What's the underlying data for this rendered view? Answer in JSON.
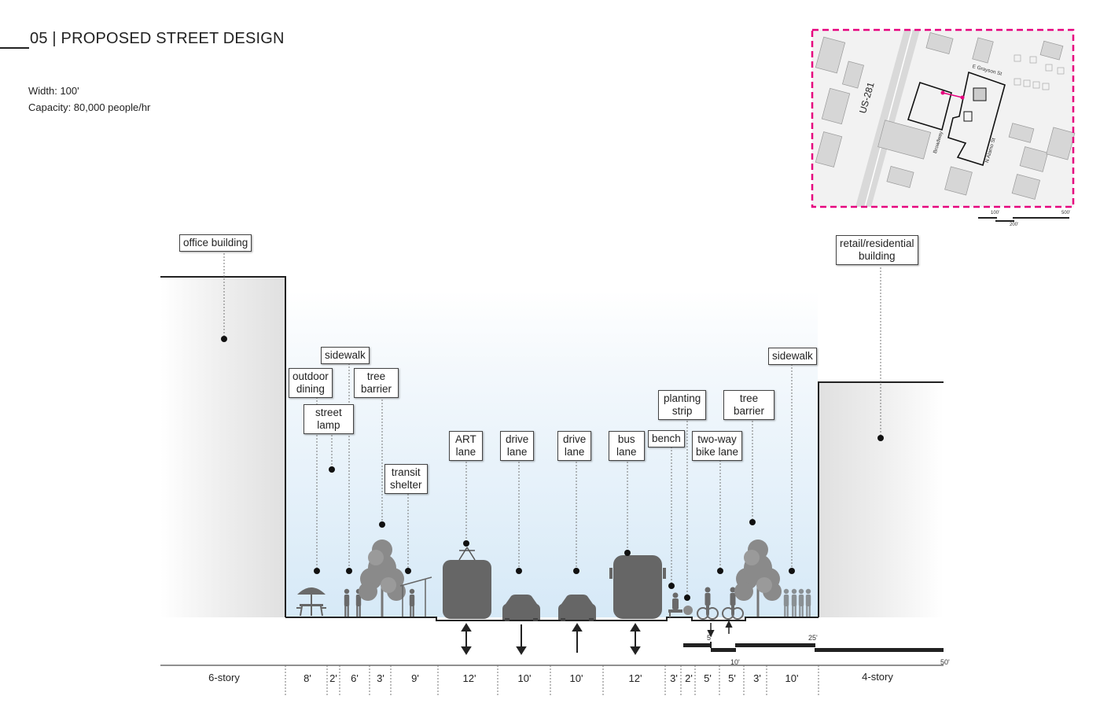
{
  "header": {
    "title": "05  |  PROPOSED STREET DESIGN",
    "width": "Width: 100'",
    "capacity": "Capacity: 80,000 people/hr"
  },
  "map": {
    "highway_label": "US-281",
    "street_labels": [
      "E Grayson St",
      "Broadway",
      "N Alamo St"
    ],
    "scale_labels": [
      "100'",
      "200'",
      "500'"
    ],
    "border_color": "#e6007e"
  },
  "labels": {
    "office_building": "office building",
    "retail_residential_1": "retail/residential",
    "retail_residential_2": "building",
    "sidewalk_left": "sidewalk",
    "outdoor_dining_1": "outdoor",
    "outdoor_dining_2": "dining",
    "tree_barrier_left_1": "tree",
    "tree_barrier_left_2": "barrier",
    "street_lamp_1": "street",
    "street_lamp_2": "lamp",
    "transit_shelter_1": "transit",
    "transit_shelter_2": "shelter",
    "art_lane_1": "ART",
    "art_lane_2": "lane",
    "drive_lane_a_1": "drive",
    "drive_lane_a_2": "lane",
    "drive_lane_b_1": "drive",
    "drive_lane_b_2": "lane",
    "bus_lane_1": "bus",
    "bus_lane_2": "lane",
    "bench": "bench",
    "planting_strip_1": "planting",
    "planting_strip_2": "strip",
    "tree_barrier_right_1": "tree",
    "tree_barrier_right_2": "barrier",
    "bike_lane_1": "two-way",
    "bike_lane_2": "bike lane",
    "sidewalk_right": "sidewalk"
  },
  "dimensions": {
    "left_building": "6-story",
    "right_building": "4-story",
    "segments": [
      "8'",
      "2'",
      "6'",
      "3'",
      "9'",
      "12'",
      "10'",
      "10'",
      "12'",
      "3'",
      "2'",
      "5'",
      "5'",
      "3'",
      "10'"
    ]
  },
  "scale_bar": {
    "labels": [
      "5'",
      "10'",
      "25'",
      "50'"
    ]
  },
  "colors": {
    "building": "#e6e6e6",
    "vehicle": "#666666",
    "sky": "#dcecf8",
    "tree": "#7a7a7a"
  }
}
